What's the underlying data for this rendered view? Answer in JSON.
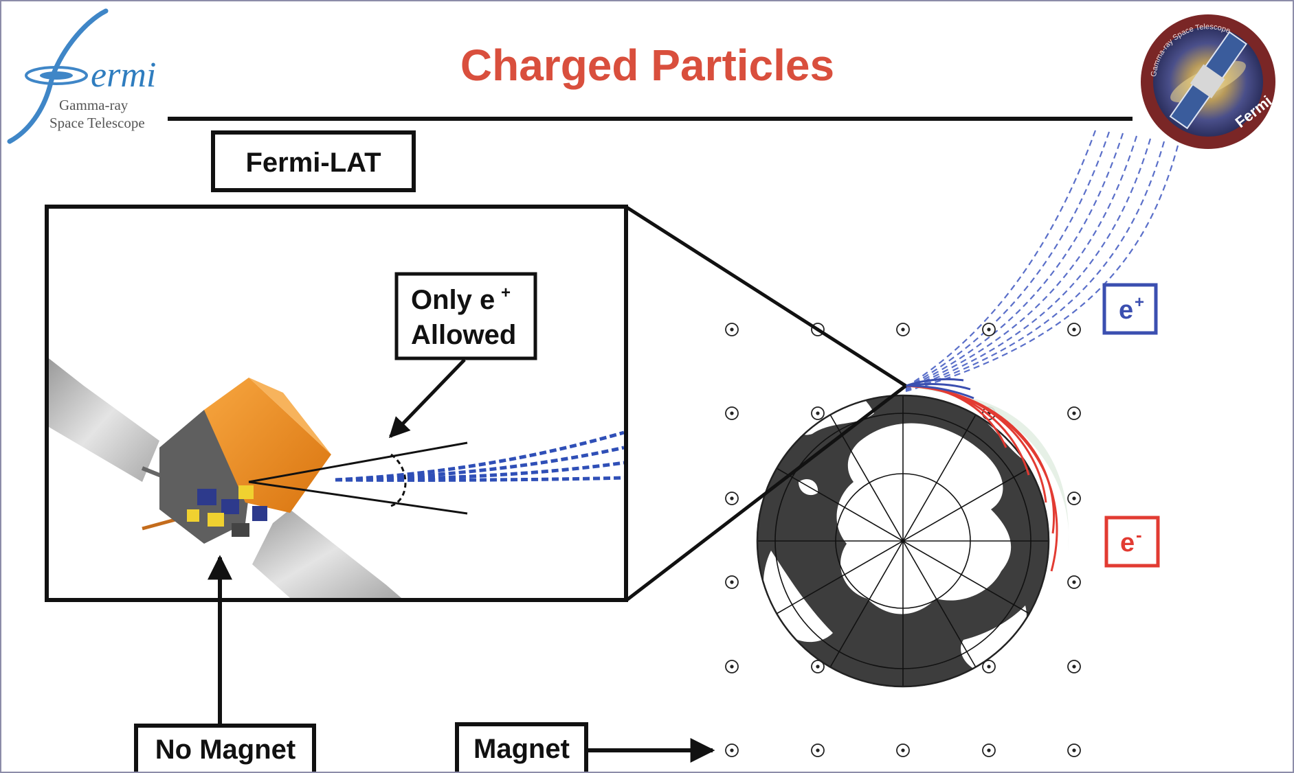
{
  "title": "Charged Particles",
  "logo": {
    "word": "ermi",
    "line1": "Gamma-ray",
    "line2": "Space Telescope"
  },
  "badge": {
    "name": "Fermi",
    "ring_text": "Gamma-ray Space Telescope"
  },
  "labels": {
    "lat": "Fermi-LAT",
    "only_line1": "Only e",
    "only_sup": "+",
    "only_line2": "Allowed",
    "no_magnet": "No Magnet",
    "magnet": "Magnet",
    "eplus_base": "e",
    "eplus_sup": "+",
    "eminus_base": "e",
    "eminus_sup": "-"
  },
  "colors": {
    "title": "#d94f3d",
    "positron": "#3b4fb0",
    "electron": "#e23b32",
    "land": "#3d3d3d",
    "accent_blue": "#2f7dbf",
    "detector": "#f0921f"
  }
}
